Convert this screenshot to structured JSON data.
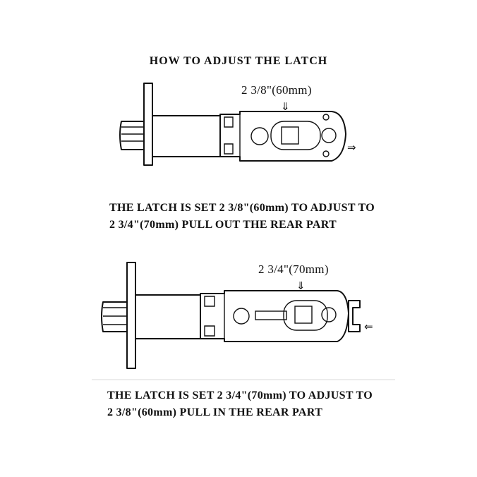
{
  "title": "HOW TO ADJUST THE LATCH",
  "diagram_top": {
    "measure_label": "2 3/8\"(60mm)",
    "down_arrow": "⇓",
    "direction_arrow": "⇒",
    "instruction_line1": "THE  LATCH  IS SET 2 3/8\"(60mm)  TO  ADJUST  TO",
    "instruction_line2": "2  3/4\"(70mm) PULL  OUT  THE  REAR  PART"
  },
  "diagram_bottom": {
    "measure_label": "2  3/4\"(70mm)",
    "down_arrow": "⇓",
    "direction_arrow": "⇐",
    "instruction_line1": "THE  LATCH  IS SET 2 3/4\"(70mm)  TO  ADJUST  TO",
    "instruction_line2": "2 3/8\"(60mm) PULL  IN  THE  REAR  PART"
  }
}
